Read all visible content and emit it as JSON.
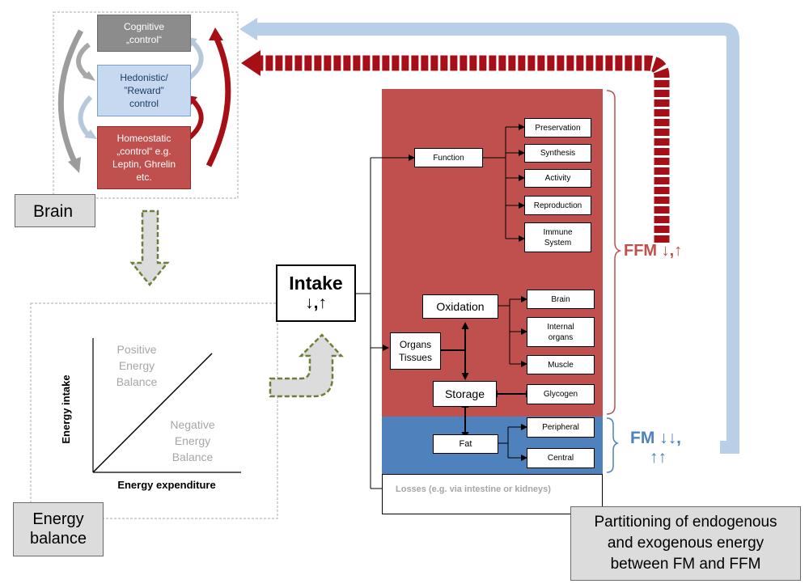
{
  "brain": {
    "cognitive": "Cognitive\n„control“",
    "hedonistic": "Hedonistic/\n”Reward”\ncontrol",
    "homeostatic": "Homeostatic\n„control“ e.g.\nLeptin, Ghrelin\netc.",
    "label": "Brain"
  },
  "energy_balance": {
    "label": "Energy\nbalance",
    "ylabel": "Energy intake",
    "xlabel": "Energy expenditure",
    "positive": "Positive\nEnergy\nBalance",
    "negative": "Negative\nEnergy\nBalance"
  },
  "intake": {
    "title": "Intake",
    "arrows": "↓,↑"
  },
  "ffm": {
    "function": "Function",
    "function_items": [
      "Preservation",
      "Synthesis",
      "Activity",
      "Reproduction",
      "Immune\nSystem"
    ],
    "organs": "Organs\nTissues",
    "oxidation": "Oxidation",
    "oxidation_items": [
      "Brain",
      "Internal\norgans",
      "Muscle"
    ],
    "storage": "Storage",
    "glycogen": "Glycogen",
    "label": "FFM ↓,↑"
  },
  "fm": {
    "fat": "Fat",
    "items": [
      "Peripheral",
      "Central"
    ],
    "label_line1": "FM ↓↓,",
    "label_line2": "↑↑"
  },
  "losses": "Losses (e.g. via intestine or kidneys)",
  "partitioning": "Partitioning of endogenous\nand exogenous  energy\nbetween FM and FFM",
  "colors": {
    "ffm_red": "#c0504d",
    "fm_blue": "#4f81bd",
    "dark_red": "#a50f15",
    "light_blue": "#b9cfe8",
    "gray_box": "#dcdcdc",
    "green_dash": "#6b7f3a"
  }
}
